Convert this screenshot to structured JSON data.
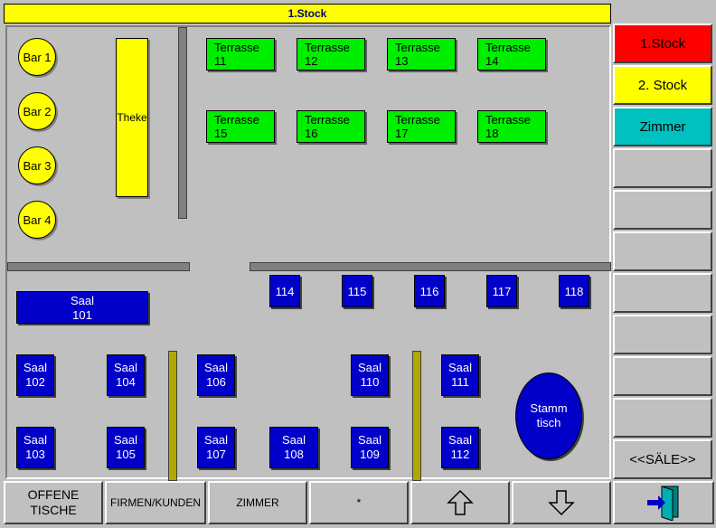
{
  "header": {
    "title": "1.Stock"
  },
  "bar_tables": [
    "Bar 1",
    "Bar 2",
    "Bar 3",
    "Bar 4"
  ],
  "theke": "Theke",
  "terrasse": [
    {
      "l1": "Terrasse",
      "l2": "11"
    },
    {
      "l1": "Terrasse",
      "l2": "12"
    },
    {
      "l1": "Terrasse",
      "l2": "13"
    },
    {
      "l1": "Terrasse",
      "l2": "14"
    },
    {
      "l1": "Terrasse",
      "l2": "15"
    },
    {
      "l1": "Terrasse",
      "l2": "16"
    },
    {
      "l1": "Terrasse",
      "l2": "17"
    },
    {
      "l1": "Terrasse",
      "l2": "18"
    }
  ],
  "small_tables": [
    "114",
    "115",
    "116",
    "117",
    "118"
  ],
  "saal_wide": {
    "l1": "Saal",
    "l2": "101"
  },
  "saal": [
    {
      "l1": "Saal",
      "l2": "102"
    },
    {
      "l1": "Saal",
      "l2": "104"
    },
    {
      "l1": "Saal",
      "l2": "106"
    },
    {
      "l1": "Saal",
      "l2": "110"
    },
    {
      "l1": "Saal",
      "l2": "111"
    },
    {
      "l1": "Saal",
      "l2": "103"
    },
    {
      "l1": "Saal",
      "l2": "105"
    },
    {
      "l1": "Saal",
      "l2": "107"
    },
    {
      "l1": "Saal",
      "l2": "108"
    },
    {
      "l1": "Saal",
      "l2": "109"
    },
    {
      "l1": "Saal",
      "l2": "112"
    }
  ],
  "stammtisch": {
    "l1": "Stamm",
    "l2": "tisch"
  },
  "sidebar": {
    "stock1": "1.Stock",
    "stock2": "2. Stock",
    "zimmer": "Zimmer",
    "saele": "<<SÄLE>>"
  },
  "footer": {
    "offene_l1": "OFFENE",
    "offene_l2": "TISCHE",
    "firmen": "FIRMEN/KUNDEN",
    "zimmer": "ZIMMER",
    "star": "*"
  },
  "colors": {
    "title_bg": "#ffff00",
    "active_floor": "#ff0000",
    "second_floor": "#ffff00",
    "rooms": "#00c0c0",
    "terrace": "#00ee00",
    "hall": "#0000c8"
  },
  "icons": {
    "up": "arrow-up-icon",
    "down": "arrow-down-icon",
    "exit": "exit-door-icon"
  }
}
